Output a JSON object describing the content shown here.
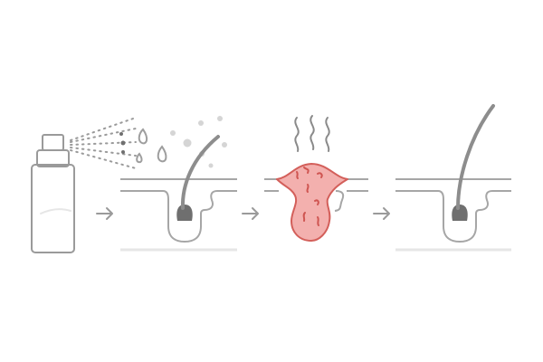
{
  "diagram": {
    "steps": [
      {
        "id": "spray-applied",
        "icon": "spray-bottle-icon"
      },
      {
        "id": "hair-follicle-before",
        "icon": "hair-follicle-icon"
      },
      {
        "id": "follicle-inflamed",
        "icon": "inflamed-follicle-icon"
      },
      {
        "id": "hair-follicle-after",
        "icon": "hair-follicle-icon"
      }
    ],
    "connector_icon": "arrow-right-icon",
    "colors": {
      "background": "#ffffff",
      "outline": "#9a9a9a",
      "line": "#a6a6a6",
      "hair": "#8d8d8d",
      "bulb": "#6f6f6f",
      "mist": "#d5d5d5",
      "droplet": "#9e9e9e",
      "inflamed_fill": "#f3b0ae",
      "inflamed_outline": "#d35f5a",
      "inflamed_detail": "#cf5551",
      "heat": "#8a8a8a",
      "ground": "#e6e6e6"
    }
  }
}
